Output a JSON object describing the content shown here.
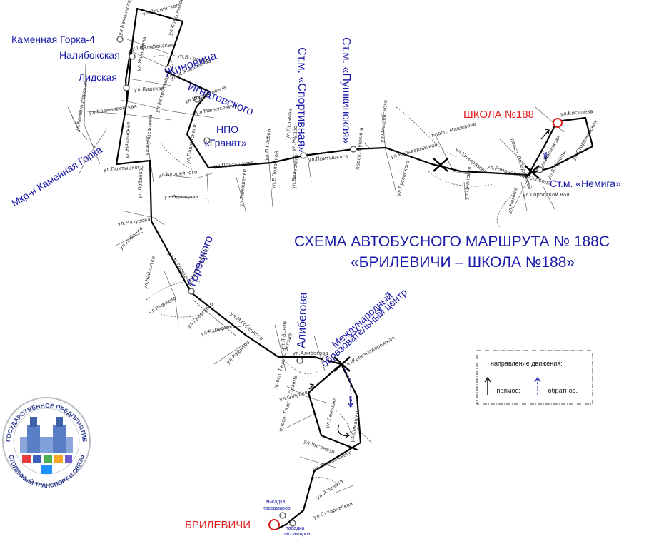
{
  "title": {
    "line1": "СХЕМА АВТОБУСНОГО МАРШРУТА № 188С",
    "line2": "«БРИЛЕВИЧИ – ШКОЛА №188»"
  },
  "terminals": {
    "start": "БРИЛЕВИЧИ",
    "end": "ШКОЛА №188"
  },
  "stops": {
    "kamennaya_gorka_4": "Каменная Горка-4",
    "nalibokskaya": "Налибокская",
    "lidskaya": "Лидская",
    "mkr_kamennaya_gorka": "Мкр-н Каменная Горка",
    "zhinovicha": "Жиновича",
    "ignatovskogo": "Игнатовского",
    "npo_granat_1": "НПО",
    "npo_granat_2": "«Гранат»",
    "sportivnaya": "Ст.м. «Спортивная»",
    "pushkinskaya": "Ст.м. «Пушкинская»",
    "nemiga": "Ст.м. «Немига»",
    "goretskogo": "Горецкого",
    "alibegova": "Алибегова",
    "mezhdunarodny_1": "Международный",
    "mezhdunarodny_2": "образовательный центр"
  },
  "terminal_notes": {
    "drop_off_1": "высадка",
    "drop_off_2": "пассажиров",
    "pick_up_1": "посадка",
    "pick_up_2": "пассажиров"
  },
  "streets": {
    "s01": "ул.Лещинского",
    "s02": "ул.Каменногорская",
    "s03": "ул.Колесникова",
    "s04": "ул.Налибокская",
    "s05": "ул.В.Голубка",
    "s06": "ул.Жиновича",
    "s07": "ул.Лидская",
    "s08": "ул.М.Жиновича",
    "s09": "ул.Мстиславца",
    "s10": "ул.Казимировская",
    "s11": "ул.Шаранговича",
    "s12": "ул.Магнусевича",
    "s13": "ул.Каменногорская",
    "s14": "ул.Нёманская",
    "s15": "ул.Кунцевщина",
    "s16": "ул.Пашинского",
    "s17": "ул.Притыцкого",
    "s18": "ул.Лобанка",
    "s19": "ул.Бурдейного",
    "s20": "ул.Одинцова",
    "s21": "ул.Тимошенко",
    "s22": "ул.Притыцкого",
    "s23": "ул.П.Глебки",
    "s24": "ул.Е.Полоцкой",
    "s25": "ул.Кульман",
    "s26": "ул.Жудро",
    "s27": "ул.Притыцкого",
    "s28": "ул.Бельского",
    "s29": "просп. Пушкина",
    "s30": "ул.Ольшевского",
    "s31": "ул.Кальварийская",
    "s32": "ул.Гусовского",
    "s33": "просп. Машерова",
    "s34": "ул.Тимирязева",
    "s35": "ул.Цнянская",
    "s36": "просп. Победителей",
    "s37": "ул.Романовская Слобода",
    "s38": "ул.Немига",
    "s39": "ул.Городской Вал",
    "s40": "ул.Мясникова",
    "s41": "ул.Кисилёва",
    "s42": "ул.Я.Купалы",
    "s43": "ул.Сторожевская",
    "s44": "ул.Мазурова",
    "s45": "ул.Лобанка",
    "s46": "ул.Чайлытко",
    "s47": "ул.М.Горецкого",
    "s48": "ул.Шаранговича",
    "s49": "ул.Рафиева",
    "s50": "ул.Гаевского",
    "s51": "ул.Г.Ширмы",
    "s52": "ул.М.Горецкого",
    "s53": "ул.Рафиева",
    "s54": "ул.Я.Брыля",
    "s55": "ул.Алибегова",
    "s56": "просп. Газеты Звязда",
    "s57": "ул.Железнодорожная",
    "s58": "ул.Голубева",
    "s59": "просп. Газеты Правда",
    "s60": "ул.Семашко",
    "s61": "ул.Чигладзе",
    "s62": "ул.Семашко",
    "s63": "ул.Карпинского",
    "s64": "ул.Я.Чечота",
    "s65": "ул.Сухаревская"
  },
  "legend": {
    "title": "направление движения:",
    "forward": "- прямое;",
    "reverse": "- обратное."
  },
  "logo": {
    "top_text": "ГОСУДАРСТВЕННОЕ ПРЕДПРИЯТИЕ",
    "bottom_text": "СТОЛИЧНЫЙ ТРАНСПОРТ И СВЯЗЬ"
  },
  "colors": {
    "route": "#000000",
    "stop_label": "#1a1aa8",
    "terminal": "#e02020",
    "reverse_arrow": "#1a1aa8"
  }
}
